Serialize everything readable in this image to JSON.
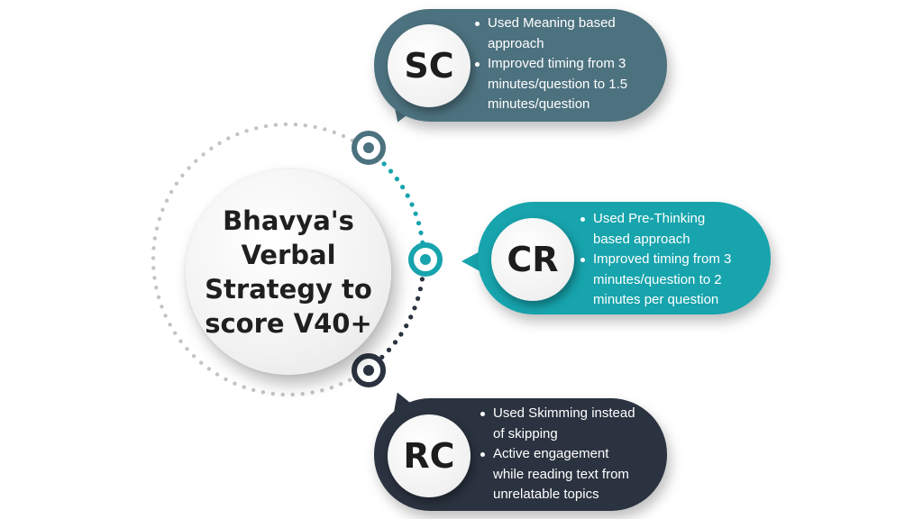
{
  "center": {
    "title": "Bhavya's Verbal Strategy to score V40+"
  },
  "sections": [
    {
      "id": "sc",
      "label": "SC",
      "color": "#4d727f",
      "bullets": [
        "Used Meaning based approach",
        "Improved timing from 3 minutes/question to 1.5 minutes/question"
      ]
    },
    {
      "id": "cr",
      "label": "CR",
      "color": "#17a4ad",
      "bullets": [
        "Used Pre-Thinking based approach",
        "Improved timing from 3 minutes/question to 2 minutes per question"
      ]
    },
    {
      "id": "rc",
      "label": "RC",
      "color": "#2b3340",
      "bullets": [
        "Used Skimming instead of skipping",
        "Active engagement while reading text from unrelatable topics"
      ]
    }
  ],
  "ring": {
    "gray": "#c4c4c4",
    "teal": "#17a4ad",
    "dark": "#2b3340"
  }
}
